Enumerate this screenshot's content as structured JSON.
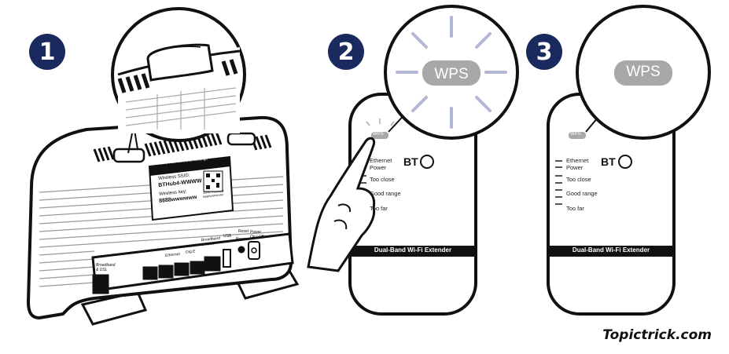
{
  "steps": [
    "1",
    "2",
    "3"
  ],
  "router": {
    "card_title": "Home Hub Wireless Settings",
    "ssid_label": "Wireless SSID:",
    "ssid_value": "BTHub4-WWWW",
    "key_label": "Wireless key:",
    "key_value": "8888wwwwww",
    "admin_label": "Admin Password:",
    "admin_value": "BBBBWWWWW",
    "broadband_label": "Broadband & DSL",
    "ethernet_label": "Ethernet",
    "gige_label": "Gig E",
    "broadband_wan_label": "Broadband & WAN",
    "reset_label": "Reset",
    "power_label": "Power",
    "power_onoff_label": "Power On / Off",
    "usb_label": "USB"
  },
  "extender": {
    "wps_label": "WPS",
    "brand": "BT",
    "lights": [
      "Ethernet",
      "Power",
      "Too close",
      "Good range",
      "Too far"
    ],
    "strip_label": "Dual-Band Wi-Fi Extender"
  },
  "watermark": "Topictrick.com",
  "colors": {
    "badge": "#1a2a5e",
    "wps_button": "#a8a8a8",
    "flash_rays": "#b3b7d6",
    "line": "#111111"
  }
}
